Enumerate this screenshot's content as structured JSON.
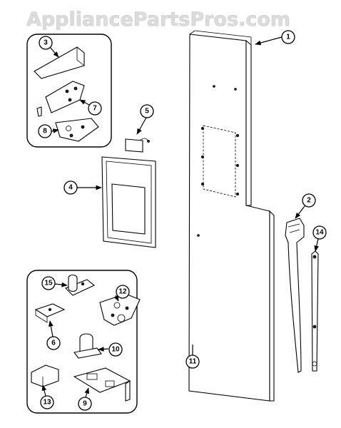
{
  "watermark": "AppliancePartsPros.com",
  "callouts": [
    "1",
    "2",
    "3",
    "4",
    "5",
    "6",
    "7",
    "8",
    "9",
    "10",
    "11",
    "12",
    "13",
    "14",
    "15"
  ]
}
